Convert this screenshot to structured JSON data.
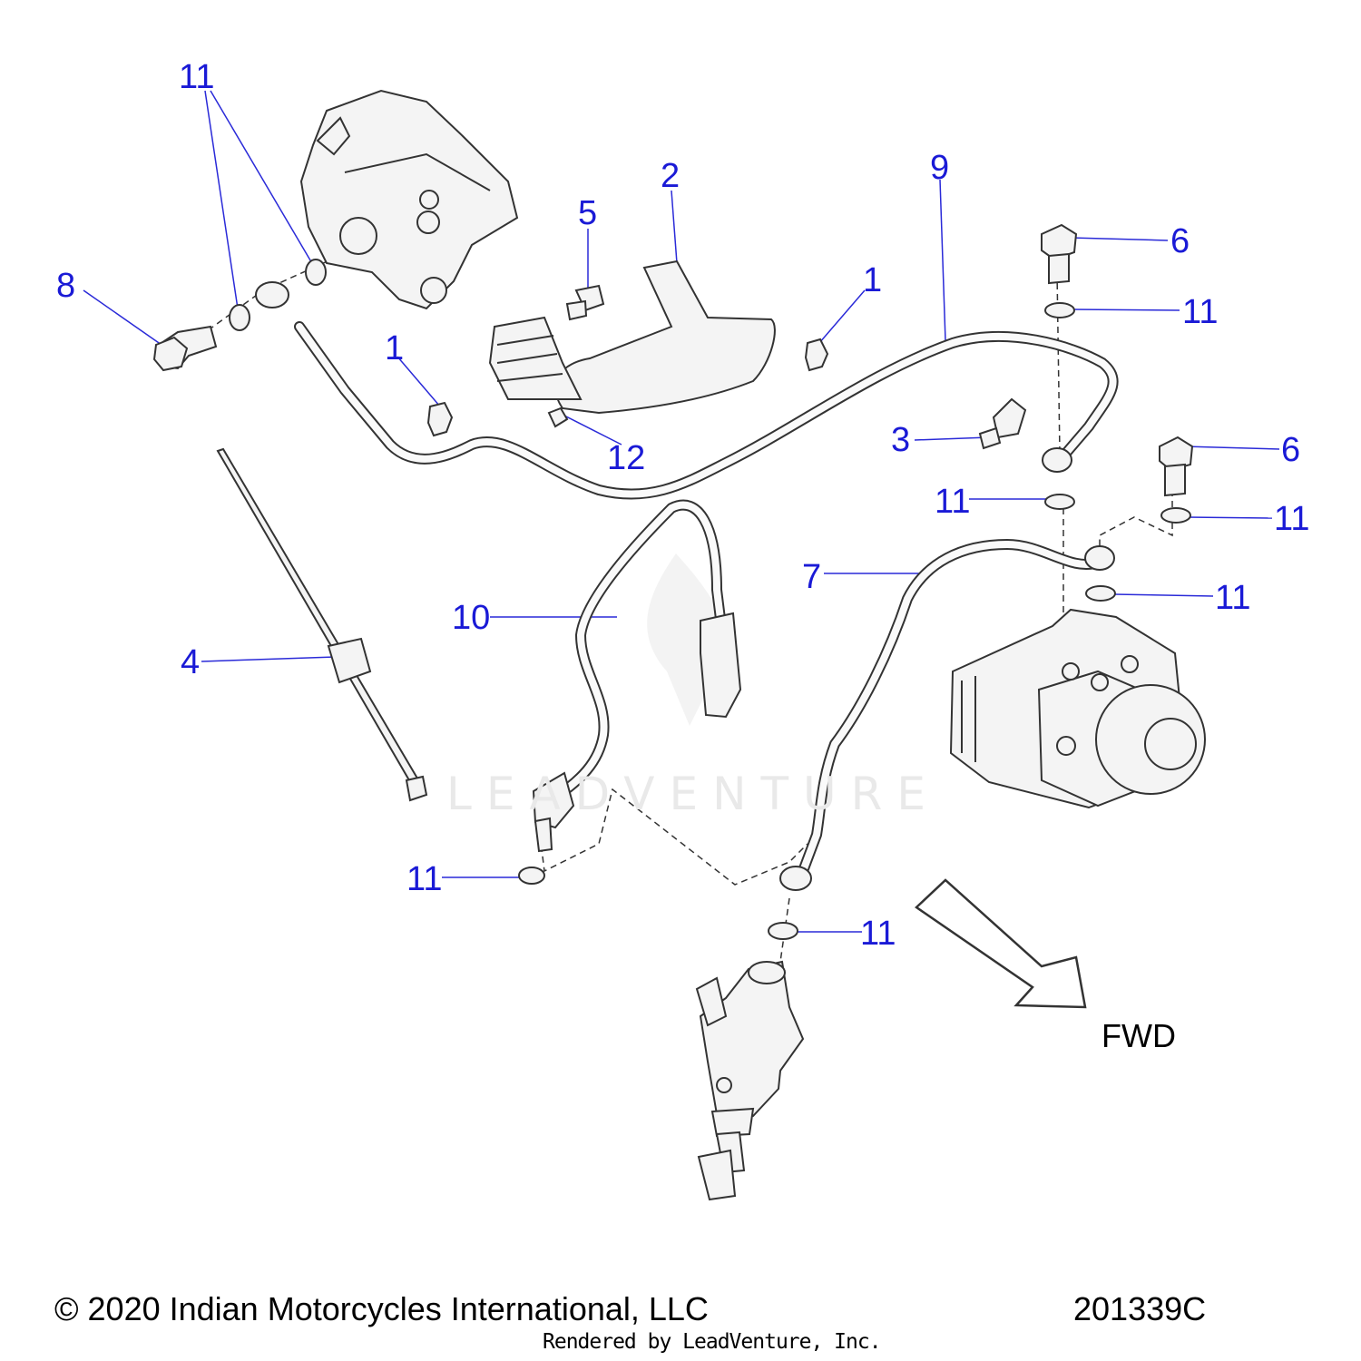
{
  "callouts": {
    "c11_top": "11",
    "c8": "8",
    "c2": "2",
    "c5": "5",
    "c9": "9",
    "c1_right": "1",
    "c1_left": "1",
    "c6_top": "6",
    "c11_right_a": "11",
    "c3": "3",
    "c12": "12",
    "c6_mid": "6",
    "c11_mid_a": "11",
    "c11_mid_b": "11",
    "c7": "7",
    "c11_mid_c": "11",
    "c10": "10",
    "c4": "4",
    "c11_bottom_left": "11",
    "c11_bottom": "11"
  },
  "direction_label": "FWD",
  "copyright": "© 2020 Indian Motorcycles International, LLC",
  "drawing_number": "201339C",
  "rendered_by": "Rendered by LeadVenture, Inc.",
  "watermark": "LEADVENTURE",
  "colors": {
    "callout": "#1a1ad6",
    "line": "#333333",
    "leader": "#2a2ad8"
  }
}
